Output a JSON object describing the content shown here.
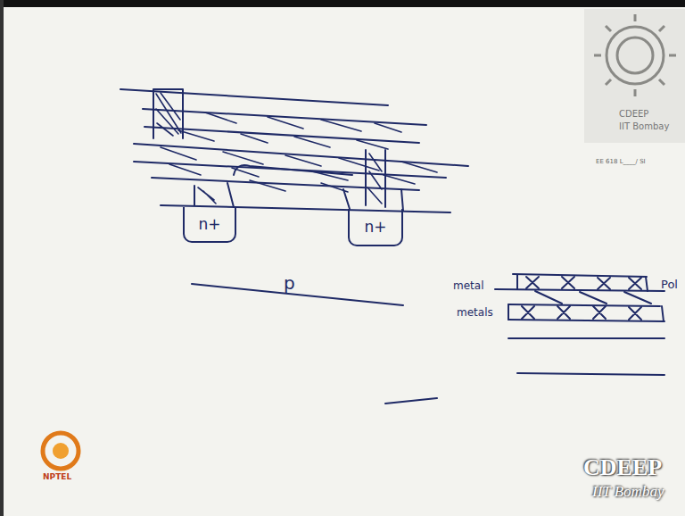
{
  "diagram": {
    "nodes": [
      {
        "text": [
          "n+"
        ]
      },
      {
        "text": [
          "n+"
        ]
      }
    ],
    "labels": [
      "p",
      "metal",
      "metals",
      "Pol",
      "CDEEP",
      "IIT Bombay",
      "EE 618 L____/ SI",
      "NPTEL",
      "CDEEP",
      "IIT Bombay"
    ]
  }
}
